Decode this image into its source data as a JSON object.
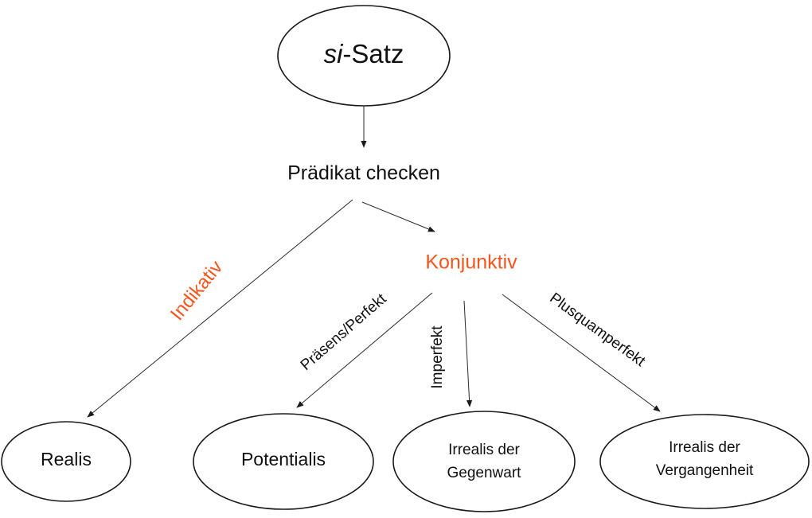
{
  "diagram": {
    "accent_color": "#f4561d",
    "text_color": "#111111",
    "root": {
      "italic_part": "si",
      "rest": "-Satz"
    },
    "step": "Prädikat checken",
    "branches": {
      "indikativ": "Indikativ",
      "konjunktiv": "Konjunktiv"
    },
    "edge_labels": {
      "praesens_perfekt": "Präsens/Perfekt",
      "imperfekt": "Imperfekt",
      "plusquamperfekt": "Plusquamperfekt"
    },
    "leaves": {
      "realis": "Realis",
      "potentialis": "Potentialis",
      "irrealis_gegenwart_line1": "Irrealis der",
      "irrealis_gegenwart_line2": "Gegenwart",
      "irrealis_vergangenheit_line1": "Irrealis der",
      "irrealis_vergangenheit_line2": "Vergangenheit"
    }
  }
}
